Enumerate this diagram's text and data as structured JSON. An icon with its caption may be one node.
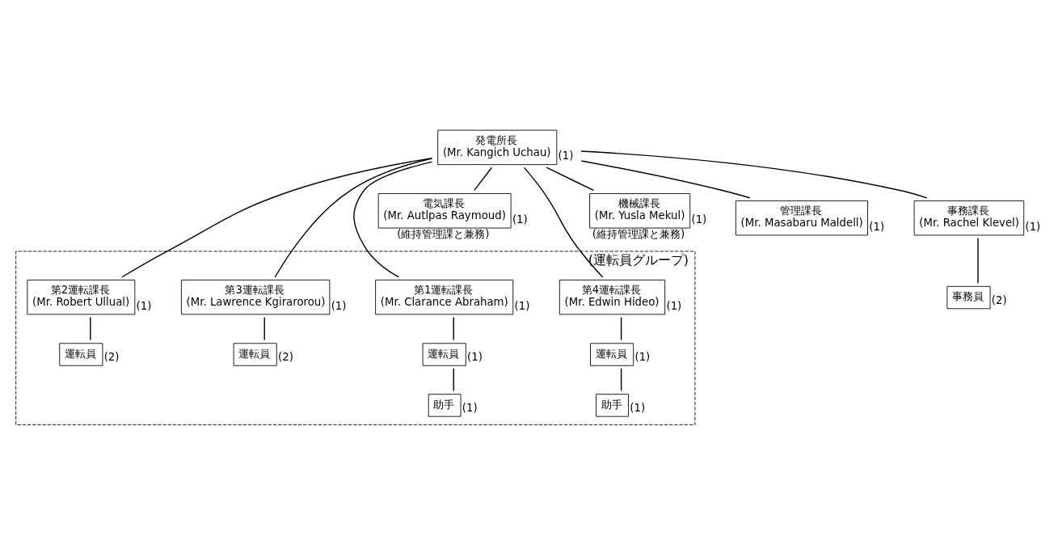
{
  "diagram": {
    "nodes": [
      {
        "text": [
          "発電所長",
          "(Mr. Kangich Uchau)"
        ],
        "beside": [
          "(1)"
        ]
      },
      {
        "text": [
          "電気課長",
          "(Mr. Autlpas Raymoud)"
        ],
        "beside": [
          "(1)",
          "(維持管理課と兼務)"
        ]
      },
      {
        "text": [
          "機械課長",
          "(Mr. Yusla Mekul)"
        ],
        "beside": [
          "(1)",
          "(維持管理課と兼務)"
        ]
      },
      {
        "text": [
          "管理課長",
          "(Mr. Masabaru Maldell)"
        ],
        "beside": [
          "(1)"
        ]
      },
      {
        "text": [
          "事務課長",
          "(Mr. Rachel Klevel)"
        ],
        "beside": [
          "(1)"
        ]
      },
      {
        "text": [
          "事務員"
        ],
        "beside": [
          "(2)"
        ]
      },
      {
        "text": [
          "(運転員グループ)"
        ]
      },
      {
        "text": [
          "第1運転課長",
          "(Mr. Clarance Abraham)"
        ],
        "beside": [
          "(1)"
        ],
        "in": 6
      },
      {
        "text": [
          "第2運転課長",
          "(Mr. Robert Ullual)"
        ],
        "beside": [
          "(1)"
        ],
        "in": 6
      },
      {
        "text": [
          "第3運転課長",
          "(Mr. Lawrence Kgirarorou)"
        ],
        "beside": [
          "(1)"
        ],
        "in": 6
      },
      {
        "text": [
          "第4運転課長",
          "(Mr. Edwin Hideo)"
        ],
        "beside": [
          "(1)"
        ],
        "in": 6
      },
      {
        "text": [
          "運転員"
        ],
        "beside": [
          "(1)"
        ],
        "in": 6
      },
      {
        "text": [
          "助手"
        ],
        "beside": [
          "(1)"
        ],
        "in": 6
      },
      {
        "text": [
          "運転員"
        ],
        "beside": [
          "(2)"
        ],
        "in": 6
      },
      {
        "text": [
          "運転員"
        ],
        "beside": [
          "(2)"
        ],
        "in": 6
      },
      {
        "text": [
          "運転員"
        ],
        "beside": [
          "(1)"
        ],
        "in": 6
      },
      {
        "text": [
          "助手"
        ],
        "beside": [
          "(1)"
        ],
        "in": 6
      }
    ],
    "edges": [
      {
        "from": 0,
        "to": 1,
        "arrow": "none"
      },
      {
        "from": 0,
        "to": 2,
        "arrow": "none"
      },
      {
        "from": 0,
        "to": 3,
        "arrow": "none"
      },
      {
        "from": 0,
        "to": 4,
        "arrow": "none"
      },
      {
        "from": 4,
        "to": 5,
        "arrow": "none"
      },
      {
        "from": 0,
        "to": 7,
        "arrow": "none"
      },
      {
        "from": 0,
        "to": 8,
        "arrow": "none"
      },
      {
        "from": 0,
        "to": 9,
        "arrow": "none"
      },
      {
        "from": 0,
        "to": 10,
        "arrow": "none"
      },
      {
        "from": 7,
        "to": 11,
        "arrow": "none"
      },
      {
        "from": 11,
        "to": 12,
        "arrow": "none"
      },
      {
        "from": 8,
        "to": 13,
        "arrow": "none"
      },
      {
        "from": 9,
        "to": 14,
        "arrow": "none"
      },
      {
        "from": 10,
        "to": 15,
        "arrow": "none"
      },
      {
        "from": 15,
        "to": 16,
        "arrow": "none"
      }
    ]
  }
}
